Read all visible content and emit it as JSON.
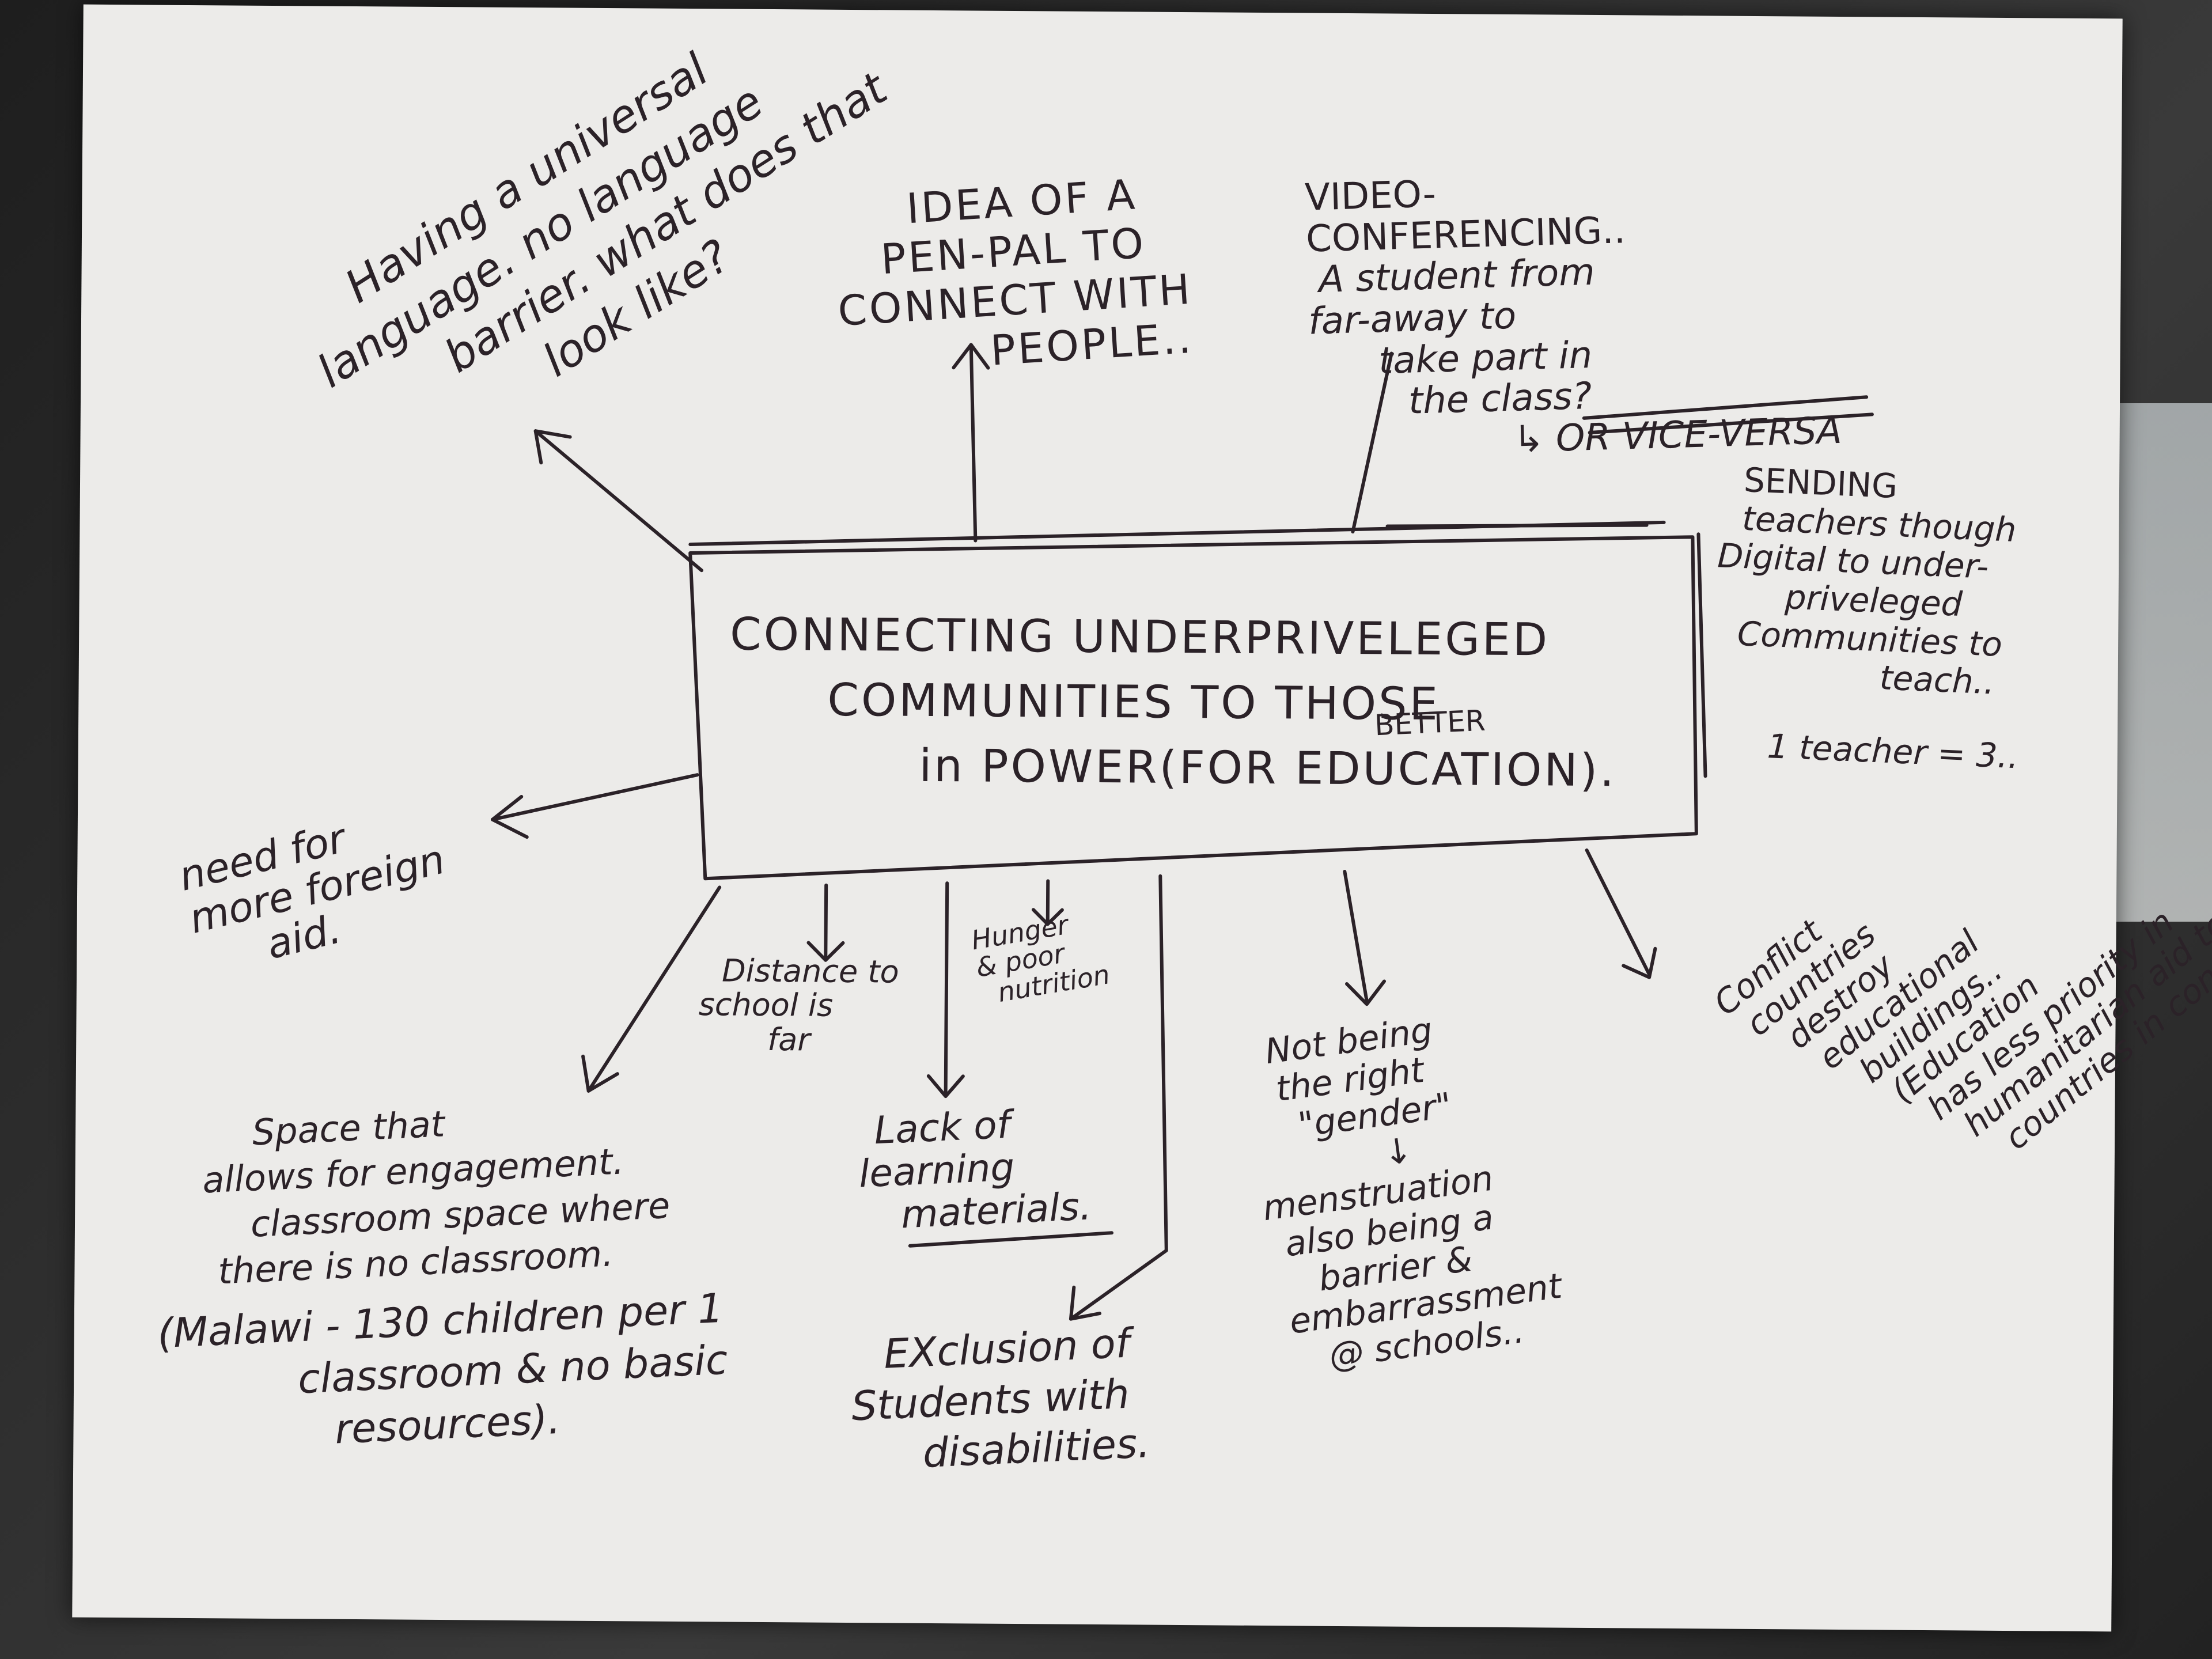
{
  "center": {
    "lines": [
      "CONNECTING UNDERPRIVELEGED",
      "COMMUNITIES TO THOSE",
      "in POWER(FOR EDUCATION)."
    ],
    "insert": "BETTER"
  },
  "top_left": [
    "Having a universal",
    "language. no language",
    "barrier. what does that",
    "look like?"
  ],
  "top_middle": [
    "IDEA OF A",
    "PEN-PAL TO",
    "CONNECT WITH",
    "PEOPLE.."
  ],
  "top_right": [
    "VIDEO-",
    "CONFERENCING..",
    "A student from",
    "far-away to",
    "take part in",
    "the class?",
    "↳ OR VICE-VERSA"
  ],
  "right": [
    "SENDING",
    "teachers though",
    "Digital to under-",
    "priveleged",
    "Communities to",
    "teach..",
    "1 teacher = 3.."
  ],
  "left": [
    "need for",
    "more foreign",
    "aid."
  ],
  "bottom": {
    "distance": [
      "Distance to",
      "school is",
      "far"
    ],
    "hunger": [
      "Hunger",
      "& poor",
      "nutrition"
    ],
    "lack": [
      "Lack of",
      "learning",
      "materials."
    ],
    "exclusion": [
      "EXclusion of",
      "Students with",
      "disabilities."
    ],
    "space": [
      "Space that",
      "allows for engagement.",
      "classroom space where",
      "there is no classroom.",
      "(Malawi - 130 children per 1",
      "classroom & no basic",
      "resources)."
    ],
    "gender": [
      "Not being",
      "the right",
      "\"gender\"",
      "↓",
      "menstruation",
      "also being a",
      "barrier &",
      "embarrassment",
      "@ schools.."
    ],
    "conflict": [
      "Conflict",
      "countries",
      "destroy",
      "educational",
      "buildings..",
      "(Education",
      "has less priority in",
      "humanitarian aid to",
      "countries in conflict)."
    ]
  }
}
